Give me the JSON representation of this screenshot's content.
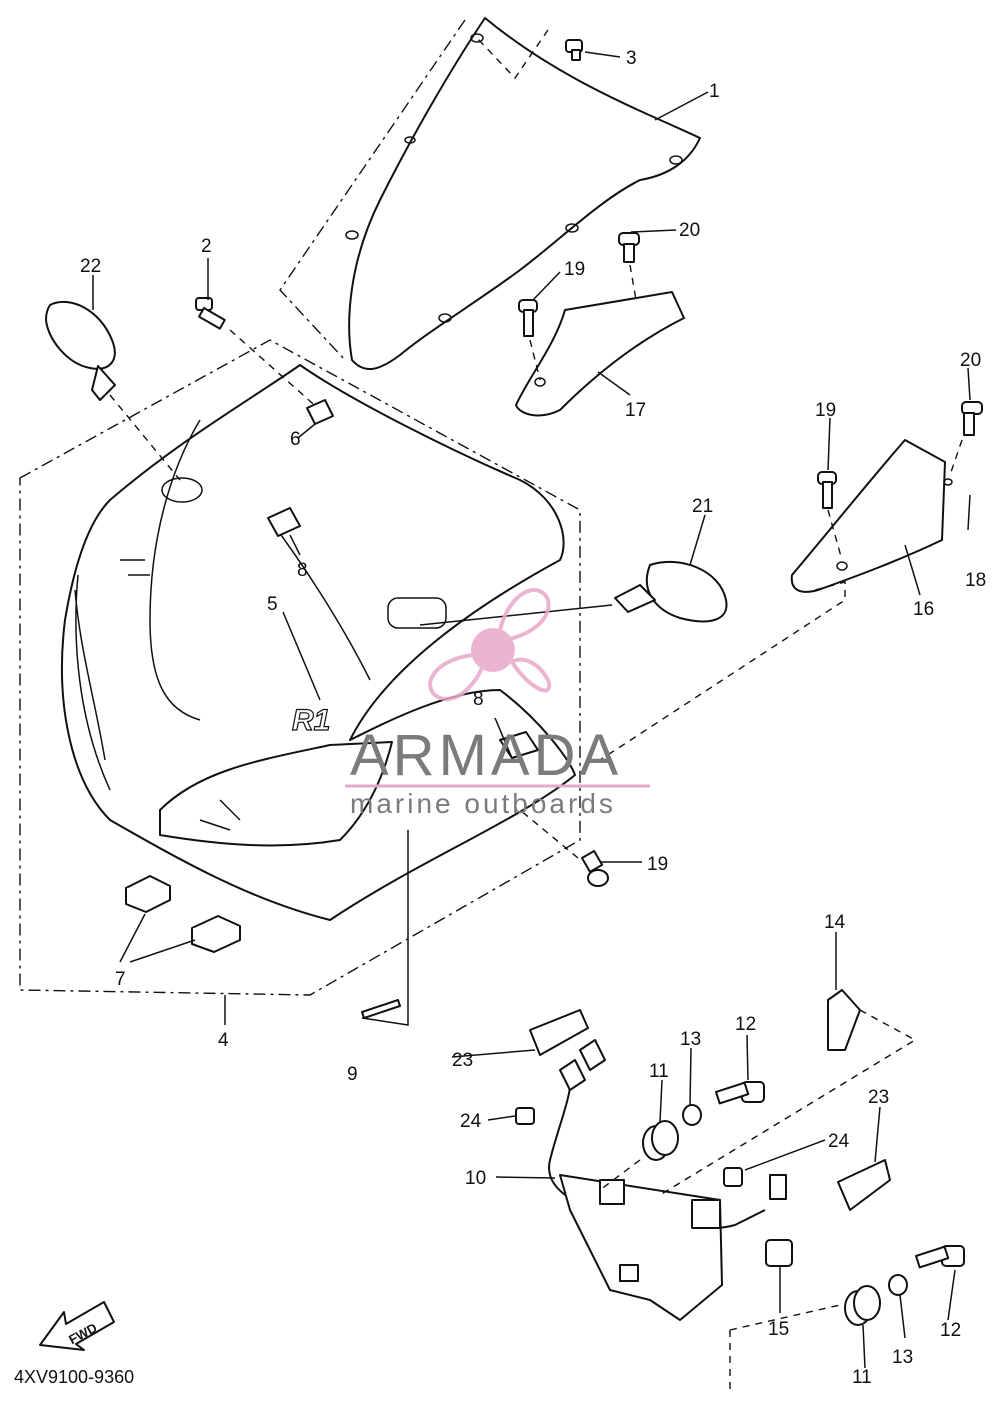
{
  "diagram": {
    "catalog_code": "4XV9100-9360",
    "fwd_arrow_text": "FWD",
    "badge_text": "R1",
    "callouts": [
      "1",
      "2",
      "3",
      "4",
      "5",
      "6",
      "7",
      "8",
      "8",
      "9",
      "10",
      "11",
      "11",
      "12",
      "12",
      "13",
      "13",
      "14",
      "15",
      "16",
      "17",
      "18",
      "19",
      "19",
      "19",
      "20",
      "20",
      "21",
      "22",
      "23",
      "23",
      "24",
      "24"
    ]
  },
  "watermark": {
    "brand": "ARMADA",
    "tagline": "marine outboards",
    "logo_color": "#e8a8c8",
    "text_color": "#7b7b7b"
  }
}
